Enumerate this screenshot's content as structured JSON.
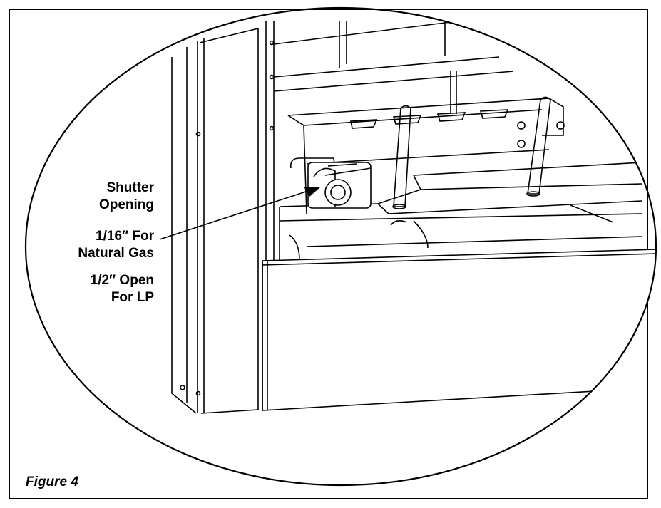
{
  "callouts": {
    "shutter_line1": "Shutter",
    "shutter_line2": "Opening",
    "natural_line1": "1/16″ For",
    "natural_line2": "Natural Gas",
    "lp_line1": "1/2″ Open",
    "lp_line2": "For LP"
  },
  "caption": "Figure 4"
}
